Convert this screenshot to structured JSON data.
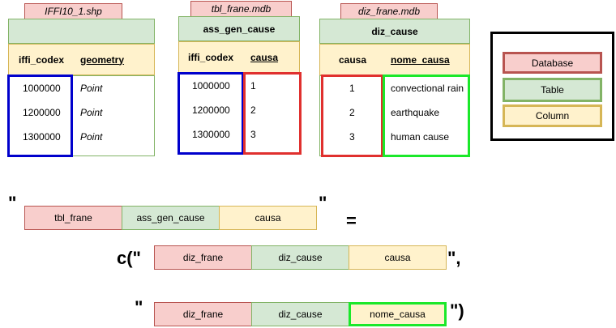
{
  "tables": [
    {
      "database": "IFFI10_1.shp",
      "title": "",
      "columns": [
        "iffi_codex",
        "geometry"
      ],
      "rows": [
        [
          "1000000",
          "Point"
        ],
        [
          "1200000",
          "Point"
        ],
        [
          "1300000",
          "Point"
        ]
      ]
    },
    {
      "database": "tbl_frane.mdb",
      "title": "ass_gen_cause",
      "columns": [
        "iffi_codex",
        "causa"
      ],
      "rows": [
        [
          "1000000",
          "1"
        ],
        [
          "1200000",
          "2"
        ],
        [
          "1300000",
          "3"
        ]
      ]
    },
    {
      "database": "diz_frane.mdb",
      "title": "diz_cause",
      "columns": [
        "causa",
        "nome_causa"
      ],
      "rows": [
        [
          "1",
          "convectional rain"
        ],
        [
          "2",
          "earthquake"
        ],
        [
          "3",
          "human cause"
        ]
      ]
    }
  ],
  "legend": {
    "database": "Database",
    "table": "Table",
    "column": "Column"
  },
  "expression": {
    "row1": {
      "open": "\"",
      "close": "\"",
      "equals": "=",
      "parts": [
        "tbl_frane",
        "ass_gen_cause",
        "causa"
      ]
    },
    "row2": {
      "open": "c(\"",
      "close": "\",",
      "parts": [
        "diz_frane",
        "diz_cause",
        "causa"
      ]
    },
    "row3": {
      "open": "\"",
      "close": "\")",
      "parts": [
        "diz_frane",
        "diz_cause",
        "nome_causa"
      ]
    }
  },
  "colors": {
    "database_fill": "#f8cecc",
    "database_stroke": "#b85450",
    "table_fill": "#d5e8d4",
    "table_stroke": "#82b366",
    "column_fill": "#fff2cc",
    "column_stroke": "#d6b656",
    "key_highlight": "#0000cc",
    "join_highlight": "#e0302e",
    "result_highlight": "#1be82a"
  }
}
